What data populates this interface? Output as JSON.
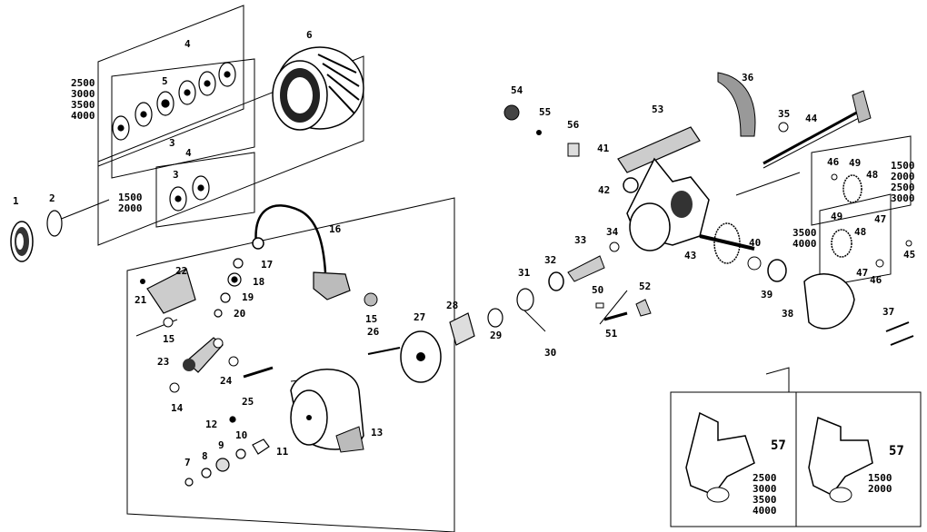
{
  "part_numbers": {
    "p1": "1",
    "p2": "2",
    "p3a": "3",
    "p3b": "3",
    "p4a": "4",
    "p4b": "4",
    "p5": "5",
    "p6": "6",
    "p7": "7",
    "p8": "8",
    "p9": "9",
    "p10": "10",
    "p11": "11",
    "p12": "12",
    "p13": "13",
    "p14": "14",
    "p15a": "15",
    "p15b": "15",
    "p16": "16",
    "p17": "17",
    "p18": "18",
    "p19": "19",
    "p20": "20",
    "p21": "21",
    "p22": "22",
    "p23": "23",
    "p24": "24",
    "p25": "25",
    "p26": "26",
    "p27": "27",
    "p28": "28",
    "p29": "29",
    "p30": "30",
    "p31": "31",
    "p32": "32",
    "p33": "33",
    "p34": "34",
    "p35": "35",
    "p36": "36",
    "p37": "37",
    "p38": "38",
    "p39": "39",
    "p40": "40",
    "p41": "41",
    "p42": "42",
    "p43": "43",
    "p44": "44",
    "p45": "45",
    "p46a": "46",
    "p46b": "46",
    "p47a": "47",
    "p47b": "47",
    "p48a": "48",
    "p48b": "48",
    "p49a": "49",
    "p49b": "49",
    "p50": "50",
    "p51": "51",
    "p52": "52",
    "p53": "53",
    "p54": "54",
    "p55": "55",
    "p56": "56",
    "p57a": "57",
    "p57b": "57"
  },
  "size_labels": {
    "spool_large": "2500\n3000\n3500\n4000",
    "spool_small": "1500\n2000",
    "gear_small": "1500\n2000\n2500\n3000",
    "gear_large": "3500\n4000",
    "handle_large": "2500\n3000\n3500\n4000",
    "handle_small": "1500\n2000"
  }
}
